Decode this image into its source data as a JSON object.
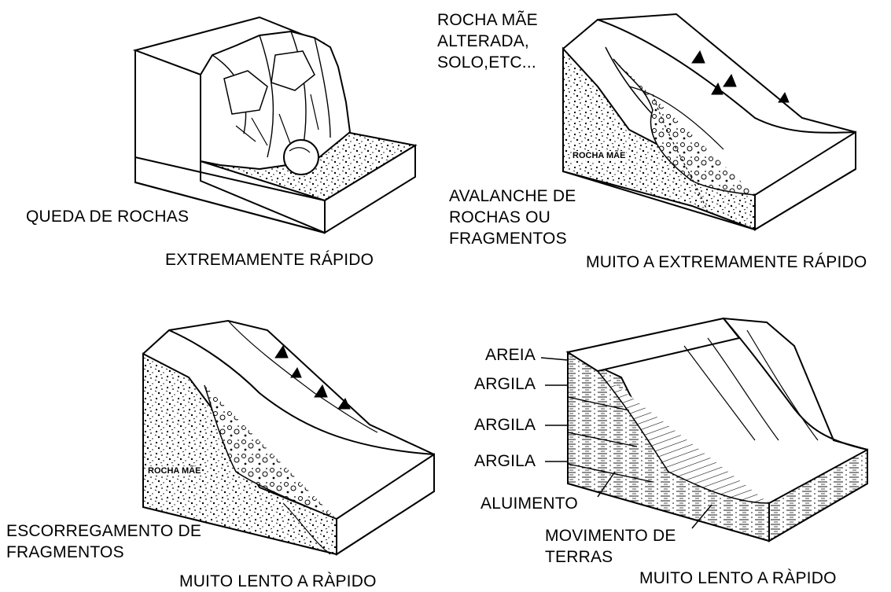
{
  "panels": [
    {
      "type_label": "QUEDA DE ROCHAS",
      "speed_label": "EXTREMAMENTE RÁPIDO"
    },
    {
      "top_label": "ROCHA MÃE\nALTERADA,\nSOLO,ETC...",
      "inner_label": "ROCHA MÃE",
      "type_label": "AVALANCHE DE\nROCHAS OU\nFRAGMENTOS",
      "speed_label": "MUITO A EXTREMAMENTE RÁPIDO"
    },
    {
      "inner_label": "ROCHA MÃE",
      "type_label": "ESCORREGAMENTO DE\nFRAGMENTOS",
      "speed_label": "MUITO LENTO A RÀPIDO"
    },
    {
      "layers": [
        "AREIA",
        "ARGILA",
        "ARGILA",
        "ARGILA"
      ],
      "callout_1": "ALUIMENTO",
      "type_label": "MOVIMENTO DE\nTERRAS",
      "speed_label": "MUITO LENTO A RÀPIDO"
    }
  ]
}
